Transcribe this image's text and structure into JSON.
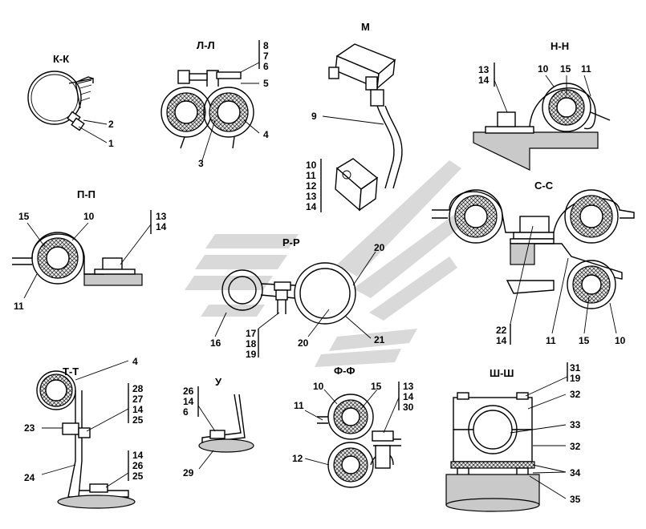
{
  "sections": {
    "kk": {
      "title": "К-К",
      "labels": [
        "2",
        "1"
      ]
    },
    "ll": {
      "title": "Л-Л",
      "bracket": [
        "8",
        "7",
        "6"
      ],
      "labels": [
        "5",
        "4",
        "3"
      ]
    },
    "m": {
      "title": "М",
      "labels": [
        "9"
      ],
      "bracket": [
        "10",
        "11",
        "12",
        "13",
        "14"
      ]
    },
    "nn": {
      "title": "Н-Н",
      "bracket": [
        "13",
        "14"
      ],
      "labels": [
        "10",
        "15",
        "11"
      ]
    },
    "pp": {
      "title": "П-П",
      "labels": [
        "15",
        "10",
        "11"
      ],
      "bracket": [
        "13",
        "14"
      ]
    },
    "rr": {
      "title": "Р-Р",
      "labels": [
        "20",
        "16",
        "20",
        "21"
      ],
      "bracket": [
        "17",
        "18",
        "19"
      ]
    },
    "ss": {
      "title": "С-С",
      "bracket": [
        "22",
        "14"
      ],
      "labels": [
        "11",
        "15",
        "10"
      ]
    },
    "tt": {
      "title": "Т-Т",
      "labels": [
        "4",
        "23",
        "24"
      ],
      "bracket_top": [
        "28",
        "27",
        "14",
        "25"
      ],
      "bracket_bottom": [
        "14",
        "26",
        "25"
      ]
    },
    "u": {
      "title": "У",
      "bracket": [
        "26",
        "14",
        "6"
      ],
      "labels": [
        "29"
      ]
    },
    "ff": {
      "title": "Ф-Ф",
      "labels": [
        "10",
        "15",
        "11",
        "12"
      ],
      "bracket": [
        "13",
        "14",
        "30"
      ]
    },
    "shsh": {
      "title": "Ш-Ш",
      "bracket": [
        "31",
        "19"
      ],
      "labels": [
        "32",
        "33",
        "32",
        "34",
        "35"
      ]
    }
  }
}
